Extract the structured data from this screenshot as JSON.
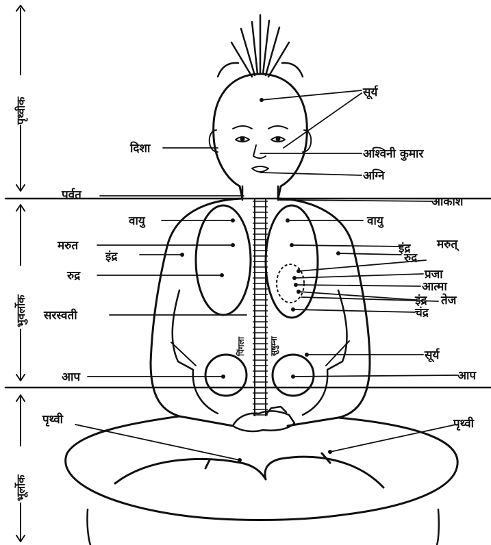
{
  "sections": [
    {
      "id": "upper",
      "label": "पृथ्वीक"
    },
    {
      "id": "middle",
      "label": "भुवर्लोक"
    },
    {
      "id": "lower",
      "label": "भूर्लोक"
    }
  ],
  "labels": {
    "surya_head": "सूर्य",
    "disha": "दिशा",
    "ashvini": "अश्विनी कुमार",
    "agni": "अग्नि",
    "parvat": "पर्वत",
    "akash": "आकाश",
    "vayu_left": "वायु",
    "vayu_right": "वायु",
    "marut_left": "मरुत",
    "indra_left": "इंद्र",
    "rudra_left": "रुद्र",
    "indra_right": "इंद्र",
    "marut_right": "मरुत्",
    "rudra_right": "रुद्र",
    "prajapati": "प्रजा",
    "atma": "आत्मा",
    "indra_right2": "इंद्र",
    "tej": "तेज",
    "chandra": "चंद्र",
    "saraswati": "सरस्वती",
    "surya_body": "सूर्य",
    "aap_left": "आप",
    "aap_right": "आप",
    "prithvi_left": "पृथ्वी",
    "prithvi_right": "पृथ्वी",
    "spine_left": "पिंगला",
    "spine_right": "सुषुम्ना"
  },
  "colors": {
    "ink": "#111111",
    "paper": "#ffffff"
  }
}
